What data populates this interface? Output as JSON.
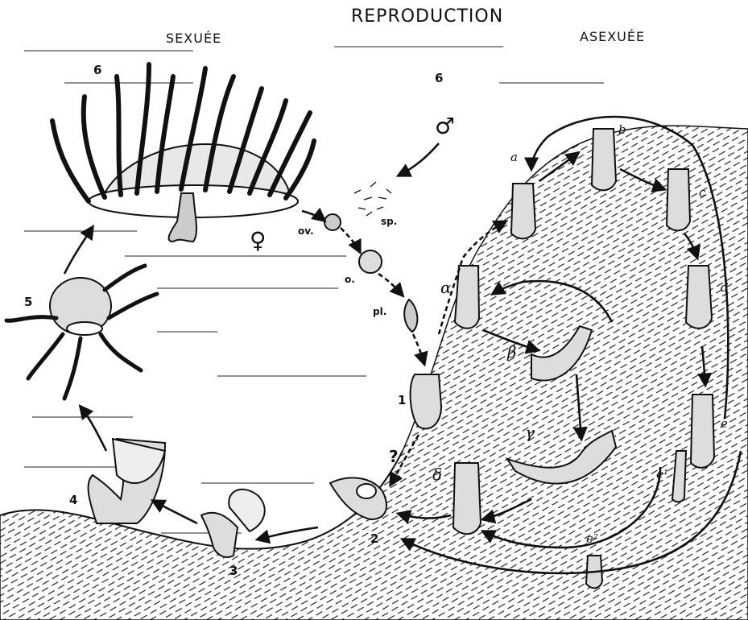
{
  "title": "REPRODUCTION",
  "sections": {
    "sexual": "SEXUÉE",
    "asexual": "ASEXUÉE"
  },
  "stage_numbers": {
    "s6_medusa": "6",
    "s6_right": "6",
    "s5": "5",
    "s4": "4",
    "s3": "3",
    "s2": "2",
    "s1": "1",
    "question": "?"
  },
  "gametes": {
    "ovule": "ov.",
    "sperm": "sp.",
    "egg": "o.",
    "planula": "pl."
  },
  "sex_symbols": {
    "male": "♂",
    "female": "♀"
  },
  "asexual_letters": {
    "a": "a",
    "b": "b",
    "c": "c",
    "d": "d",
    "e": "e",
    "e1": "e¹",
    "e2": "e²"
  },
  "greek_letters": {
    "alpha": "α",
    "beta": "β",
    "gamma": "γ",
    "delta": "δ"
  }
}
